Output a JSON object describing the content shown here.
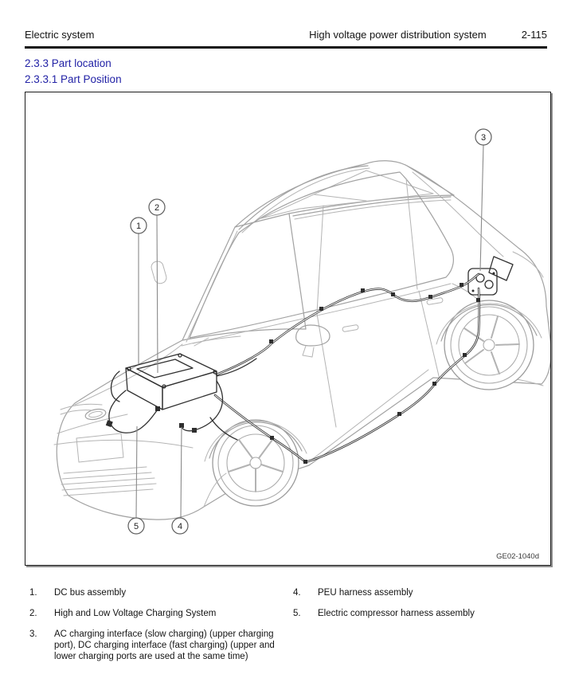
{
  "header": {
    "section": "Electric system",
    "title": "High voltage power distribution system",
    "page": "2-115"
  },
  "headings": {
    "part_location": "2.3.3 Part location",
    "part_position": "2.3.3.1 Part Position"
  },
  "figure": {
    "code": "GE02-1040d",
    "description": "Isometric front-left line drawing of electric vehicle showing high voltage component locations",
    "callouts": [
      {
        "number": "1"
      },
      {
        "number": "2"
      },
      {
        "number": "3"
      },
      {
        "number": "4"
      },
      {
        "number": "5"
      }
    ]
  },
  "legend": {
    "columns": [
      {
        "items": [
          {
            "num": "1.",
            "label": "DC bus assembly"
          },
          {
            "num": "2.",
            "label": "High and Low Voltage Charging System"
          },
          {
            "num": "3.",
            "label": "AC charging interface (slow charging) (upper charging port), DC charging interface (fast charging) (upper and lower charging ports are used at the same time)"
          }
        ]
      },
      {
        "items": [
          {
            "num": "4.",
            "label": "PEU harness assembly"
          },
          {
            "num": "5.",
            "label": "Electric compressor harness assembly"
          }
        ]
      }
    ]
  },
  "colors": {
    "heading_blue": "#2222A6",
    "rule_black": "#141414",
    "line_art_gray": "#A2A2A2",
    "harness_dark": "#2E2E2E"
  }
}
